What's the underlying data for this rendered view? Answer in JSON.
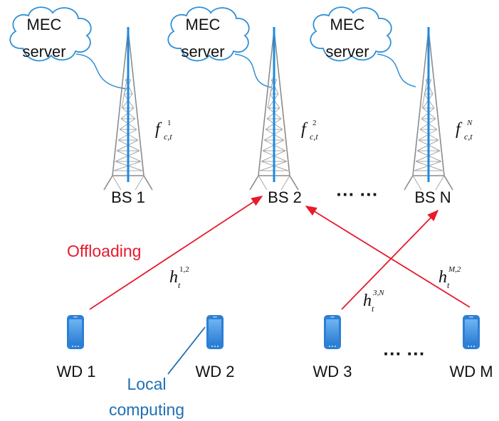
{
  "clouds": [
    {
      "line1": "MEC",
      "line2": "server"
    },
    {
      "line1": "MEC",
      "line2": "server"
    },
    {
      "line1": "MEC",
      "line2": "server"
    }
  ],
  "base_stations": [
    {
      "label": "BS 1",
      "cap_base": "f",
      "cap_sub": "c,t",
      "cap_sup": "1"
    },
    {
      "label": "BS 2",
      "cap_base": "f",
      "cap_sub": "c,t",
      "cap_sup": "2"
    },
    {
      "label": "BS N",
      "cap_base": "f",
      "cap_sub": "c,t",
      "cap_sup": "N"
    }
  ],
  "bs_ellipsis": "··· ···",
  "devices": [
    {
      "label": "WD 1"
    },
    {
      "label": "WD 2"
    },
    {
      "label": "WD 3"
    },
    {
      "label": "WD M"
    }
  ],
  "wd_ellipsis": "··· ···",
  "annotations": {
    "offloading": "Offloading",
    "local_line1": "Local",
    "local_line2": "computing"
  },
  "channels": [
    {
      "base": "h",
      "sub": "t",
      "sup": "1,2"
    },
    {
      "base": "h",
      "sub": "t",
      "sup": "3,N"
    },
    {
      "base": "h",
      "sub": "t",
      "sup": "M,2"
    }
  ],
  "colors": {
    "offload_arrow": "#e8192c",
    "local_line": "#1f6fb4",
    "link_curve": "#2e8fd6",
    "antenna": "#1d8ae0",
    "phone": "#3a8fe0"
  }
}
